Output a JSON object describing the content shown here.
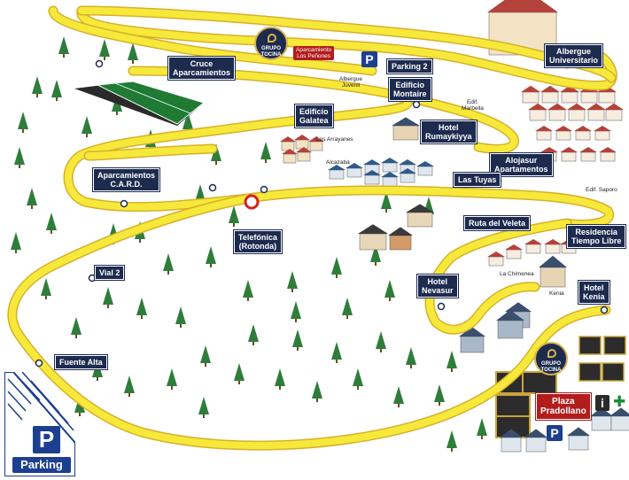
{
  "labels": {
    "cruce": [
      "Cruce",
      "Aparcamientos"
    ],
    "parking2": [
      "Parking 2"
    ],
    "albergue": [
      "Albergue",
      "Universitario"
    ],
    "montaire": [
      "Edificio",
      "Montaire"
    ],
    "galatea": [
      "Edificio",
      "Galatea"
    ],
    "rumaykiyya": [
      "Hotel",
      "Rumaykiyya"
    ],
    "alojasur": [
      "Alojasur",
      "Apartamentos"
    ],
    "tuyas": [
      "Las Tuyas"
    ],
    "card": [
      "Aparcamientos",
      "C.A.R.D."
    ],
    "telefonica": [
      "Telefónica",
      "(Rotonda)"
    ],
    "veleta": [
      "Ruta del Veleta"
    ],
    "residencia": [
      "Residencia",
      "Tiempo Libre"
    ],
    "vial2": [
      "Vial 2"
    ],
    "nevasur": [
      "Hotel",
      "Nevasur"
    ],
    "kenia": [
      "Hotel",
      "Kenia"
    ],
    "fuente": [
      "Fuente Alta"
    ],
    "plaza": [
      "Plaza",
      "Pradollano"
    ]
  },
  "red_tags": {
    "penones": [
      "Aparcamiento",
      "Los Peñones"
    ]
  },
  "small_text": {
    "albergue_juvenil": [
      "Albergue",
      "Juvenil"
    ],
    "marbella": [
      "Edif.",
      "Marbella"
    ],
    "arrayanes": [
      "Los Arrayanes"
    ],
    "alcazaba": [
      "Alcazaba"
    ],
    "saporo": [
      "Edif. Saporo"
    ],
    "chimenea": [
      "La Chimenea"
    ],
    "kenia_small": [
      "Kenia"
    ]
  },
  "logo": {
    "line1": "GRUPO",
    "line2": "TOCINA"
  },
  "parking_main": "Parking",
  "p_letter": "P",
  "info_letter": "i",
  "pharmacy_symbol": "✚",
  "colors": {
    "road": "#f7e93a",
    "road_edge": "#d7b02a",
    "label_bg": "#1d2b4f",
    "plaza_red": "#b31c1c",
    "parking_blue": "#1d3f8f",
    "tree_green": "#2f7d3a",
    "pitch_green": "#1f7a33"
  }
}
